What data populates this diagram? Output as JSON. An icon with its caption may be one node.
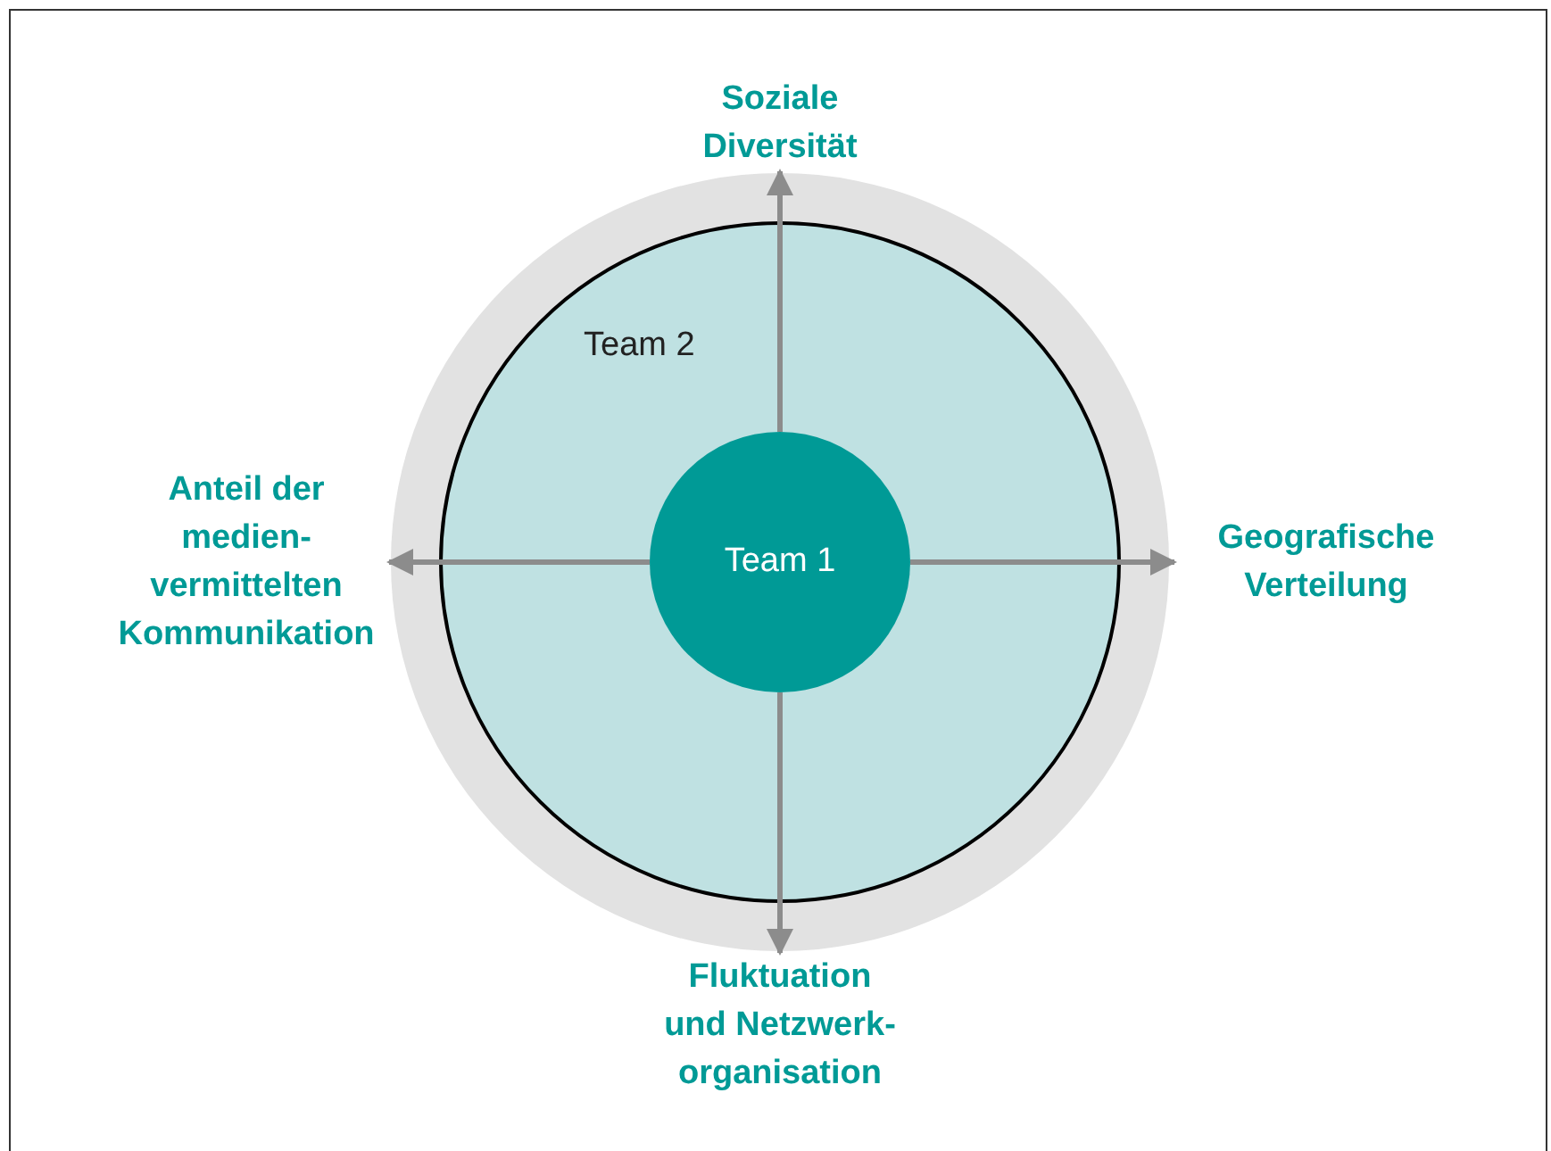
{
  "diagram": {
    "nodes": [
      {
        "text": [],
        "shape": "circle"
      },
      {
        "text": [
          "Team 2"
        ],
        "in": 0
      },
      {
        "text": [
          "Team 1"
        ],
        "in": 1
      },
      {
        "text": [
          "Soziale Diversität"
        ]
      },
      {
        "text": [
          "Anteil der medien- vermittelten Kommunikation"
        ]
      },
      {
        "text": [
          "Geografische Verteilung"
        ]
      },
      {
        "text": [
          "Fluktuation und Netzwerk- organisation"
        ]
      }
    ],
    "edges": [
      {
        "from": 2,
        "to": 3,
        "arrow": "to"
      },
      {
        "from": 2,
        "to": 4,
        "arrow": "to"
      },
      {
        "from": 2,
        "to": 5,
        "arrow": "to"
      },
      {
        "from": 2,
        "to": 6,
        "arrow": "to"
      }
    ]
  }
}
